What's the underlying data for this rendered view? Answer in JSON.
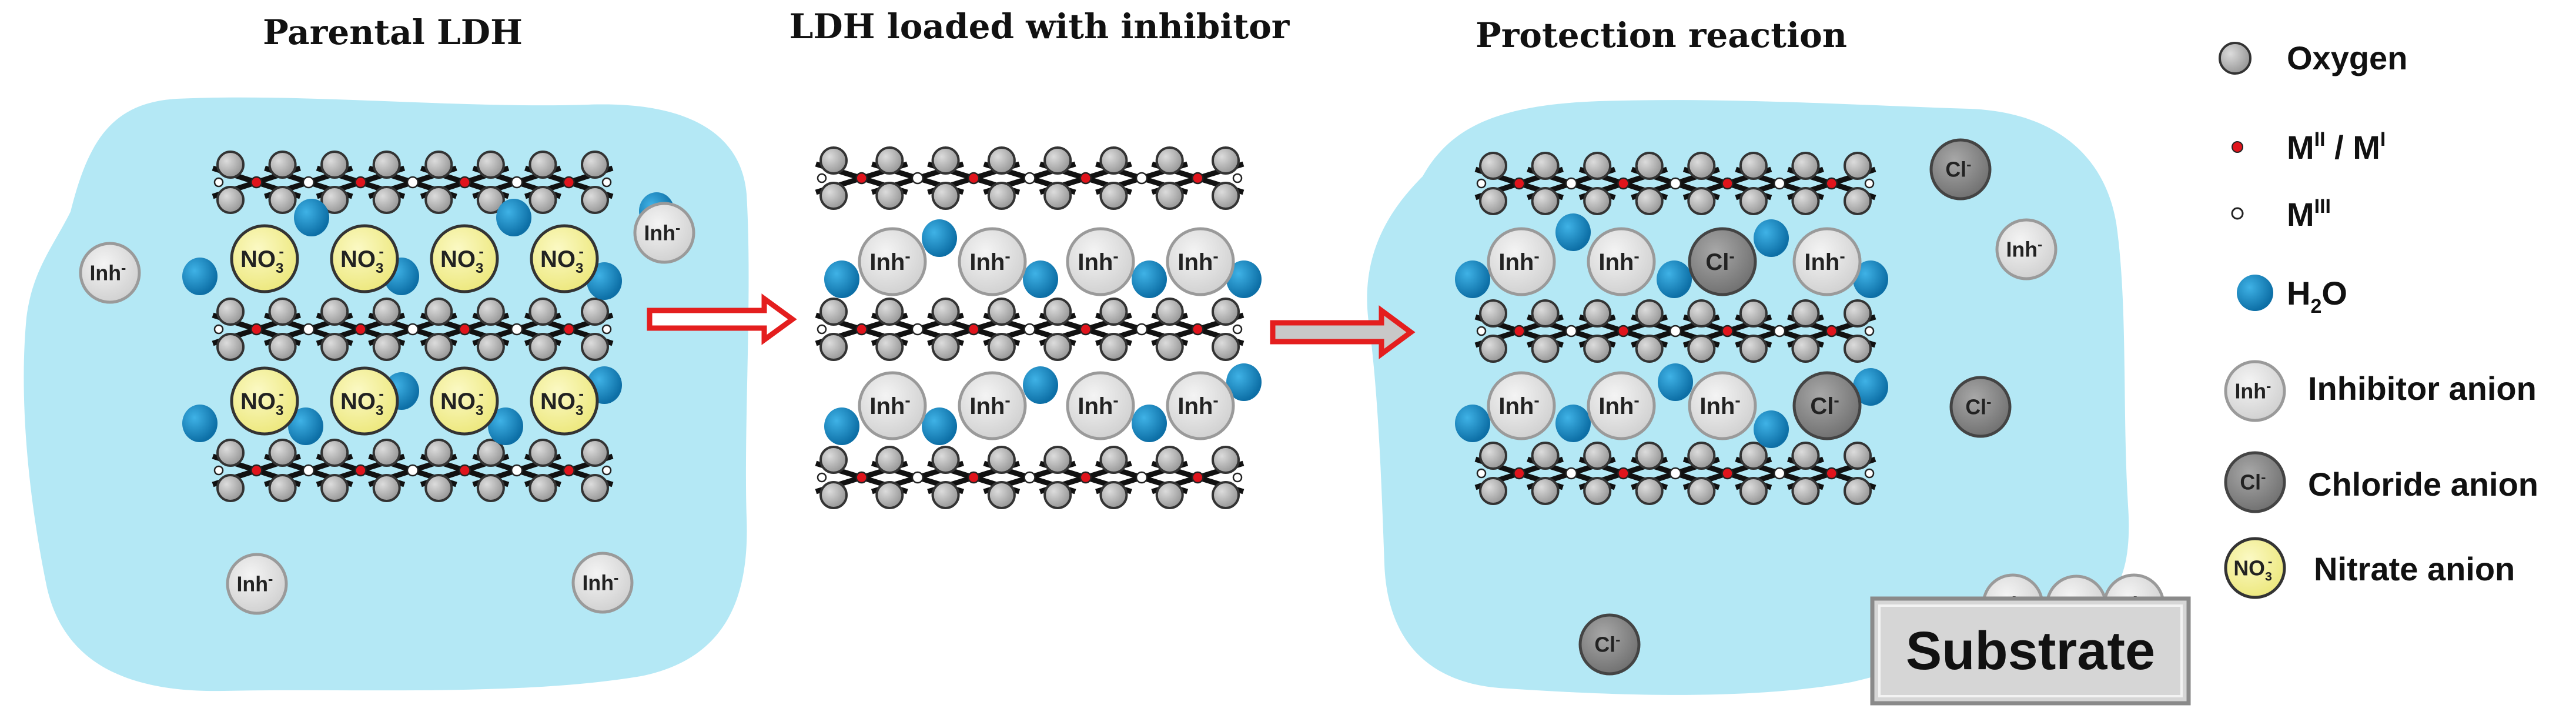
{
  "titles": {
    "panel1": "Parental LDH",
    "panel2": "LDH loaded with inhibitor",
    "panel3": "Protection reaction"
  },
  "ions": {
    "inhibitor": "Inh",
    "inhibitor_charge": "-",
    "chloride": "Cl",
    "chloride_charge": "-",
    "nitrate": "NO",
    "nitrate_sub": "3",
    "nitrate_charge": "-"
  },
  "legend": {
    "oxygen": "Oxygen",
    "m2_base": "M",
    "m2_sup": "II",
    "m2_sep": " / M",
    "m1_sup": "I",
    "m3_base": "M",
    "m3_sup": "III",
    "water_base": "H",
    "water_sub": "2",
    "water_end": "O",
    "inhibitor": "Inhibitor anion",
    "chloride": "Chloride anion",
    "nitrate": "Nitrate anion"
  },
  "substrate": "Substrate",
  "colors": {
    "solution": "#b4e8f5",
    "oxygen": "#b4b4b4",
    "metal2": "#e0141c",
    "metal3": "#ffffff",
    "water": "#1f8fc9",
    "inhibitor": "#e4e4e4",
    "chloride": "#8c8c8c",
    "nitrate": "#f5f29a",
    "arrow": "#e41e1e",
    "arrow_fill": "#ffffff",
    "arrow2_fill": "#c8c8c8",
    "substrate": "#d6d6d6"
  },
  "icons": {
    "oxygen": "gray-sphere-icon",
    "metal2": "red-dot-icon",
    "metal3": "white-dot-icon",
    "water": "blue-sphere-icon",
    "arrow": "right-arrow-icon"
  }
}
